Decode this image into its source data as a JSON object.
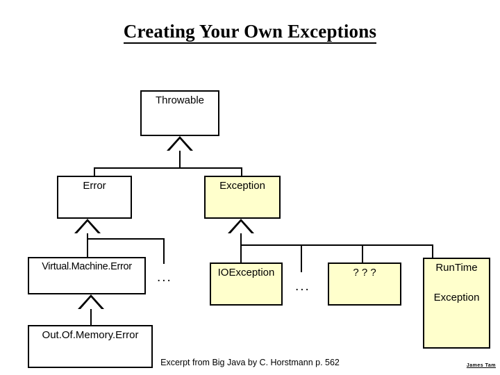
{
  "slide": {
    "title": "Creating Your Own Exceptions",
    "source_note": "Excerpt from Big Java by C. Horstmann p. 562",
    "signature": "James Tam"
  },
  "colors": {
    "box_white": "#FFFFFF",
    "box_yellow": "#FFFFCC",
    "outline": "#000000",
    "text": "#000000"
  },
  "diagram": {
    "type": "uml-class-hierarchy",
    "nodes": {
      "throwable": {
        "label": "Throwable",
        "fill": "#FFFFFF"
      },
      "error": {
        "label": "Error",
        "fill": "#FFFFFF"
      },
      "exception": {
        "label": "Exception",
        "fill": "#FFFFCC"
      },
      "virtual_machine_error": {
        "label": "Virtual.Machine.Error",
        "fill": "#FFFFFF"
      },
      "io_exception": {
        "label": "IOException",
        "fill": "#FFFFCC"
      },
      "unknown": {
        "label": "? ? ?",
        "fill": "#FFFFCC"
      },
      "runtime_exception": {
        "label_line1": "RunTime",
        "label_line2": "Exception",
        "fill": "#FFFFCC"
      },
      "out_of_memory_error": {
        "label": "Out.Of.Memory.Error",
        "fill": "#FFFFFF"
      }
    },
    "ellipses": {
      "error_more": "...",
      "exception_more": "..."
    }
  }
}
